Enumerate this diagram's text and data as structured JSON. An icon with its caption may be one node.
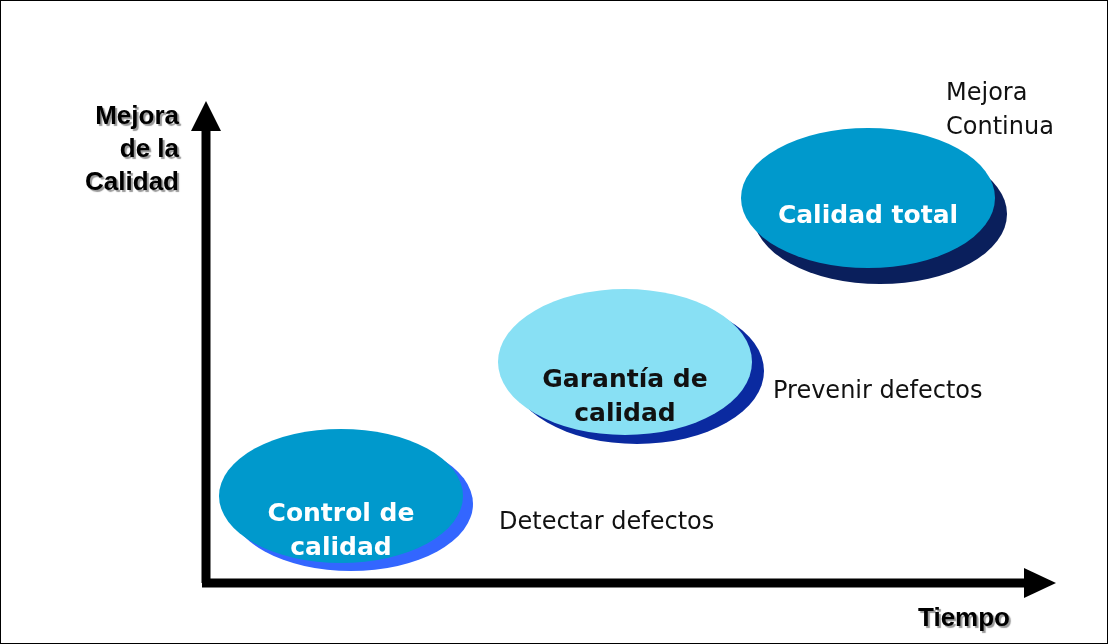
{
  "diagram": {
    "nodes": [
      {
        "text": [
          "Control de calidad"
        ],
        "beside": [
          "Detectar defectos"
        ]
      },
      {
        "text": [
          "Garantía de calidad"
        ],
        "beside": [
          "Prevenir defectos"
        ]
      },
      {
        "text": [
          "Calidad total"
        ],
        "beside": [
          "Mejora Continua"
        ]
      }
    ],
    "labels": [
      "Mejora de la Calidad",
      "Tiempo"
    ]
  }
}
